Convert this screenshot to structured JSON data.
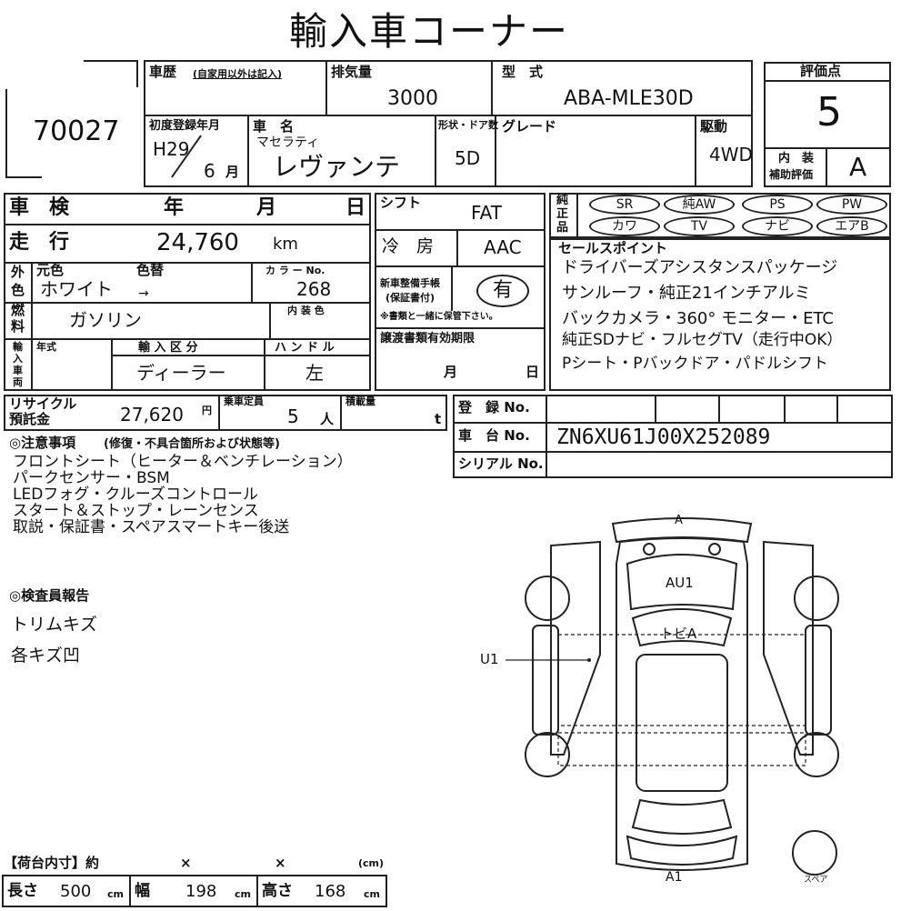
{
  "title": "輸入車コーナー",
  "lot_number": "70027",
  "history": {
    "label": "車歴",
    "note": "(自家用以外は記入)"
  },
  "displacement": {
    "label": "排気量",
    "value": "3000"
  },
  "model_code": {
    "label": "型　式",
    "value": "ABA-MLE30D"
  },
  "rating": {
    "label": "評価点",
    "score": "5",
    "interior_label_1": "内　装",
    "interior_label_2": "補助評価",
    "interior_value": "A"
  },
  "first_reg": {
    "label": "初度登録年月",
    "era": "H29",
    "month": "6",
    "month_unit": "月"
  },
  "car_name": {
    "label": "車　名",
    "maker": "マセラティ",
    "name": "レヴァンテ"
  },
  "body": {
    "label": "形状・ドア数",
    "value": "5D"
  },
  "grade": {
    "label": "グレード",
    "value": ""
  },
  "drive": {
    "label": "駆動",
    "value": "4WD"
  },
  "inspection": {
    "label": "車　検",
    "year": "年",
    "month": "月",
    "day": "日"
  },
  "mileage": {
    "label": "走　行",
    "value": "24,760",
    "unit": "km"
  },
  "shift": {
    "label": "シフト",
    "value": "FAT"
  },
  "aircon": {
    "label": "冷　房",
    "value": "AAC"
  },
  "equipment": {
    "label_1": "純",
    "label_2": "正",
    "label_3": "品",
    "items": [
      "SR",
      "純AW",
      "PS",
      "PW",
      "カワ",
      "TV",
      "ナビ",
      "エアB"
    ]
  },
  "color": {
    "side_1": "外",
    "side_2": "色",
    "orig_label": "元色",
    "change_label": "色替",
    "orig_value": "ホワイト",
    "arrow": "→",
    "code_label": "カ ラ ー No.",
    "code_value": "268"
  },
  "fuel": {
    "side_1": "燃",
    "side_2": "料",
    "value": "ガソリン",
    "interior_color_label": "内 装 色"
  },
  "maintenance": {
    "label_1": "新車整備手帳",
    "label_2": "(保証書付)",
    "value": "有",
    "note": "※書類と一緒に保管下さい。"
  },
  "sales_points": {
    "label": "セールスポイント",
    "lines": [
      "ドライバーズアシスタンスパッケージ",
      "サンルーフ・純正21インチアルミ",
      "バックカメラ・360° モニター・ETC",
      "純正SDナビ・フルセグTV（走行中OK）",
      "Pシート・Pバックドア・パドルシフト"
    ]
  },
  "import": {
    "side_1": "輸",
    "side_2": "入",
    "side_3": "車",
    "side_4": "両",
    "year_label": "年式",
    "class_label": "輸 入 区 分",
    "class_value": "ディーラー",
    "handle_label": "ハ ン ド ル",
    "handle_value": "左"
  },
  "transfer_docs": {
    "label": "譲渡書類有効期限",
    "month": "月",
    "day": "日"
  },
  "recycle": {
    "label_1": "リサイクル",
    "label_2": "預託金",
    "value": "27,620",
    "unit": "円"
  },
  "capacity": {
    "label": "乗車定員",
    "value": "5",
    "unit": "人"
  },
  "load": {
    "label": "積載量",
    "unit": "t"
  },
  "registration": {
    "label": "登　録 No.",
    "chassis_label": "車　台 No.",
    "chassis_value": "ZN6XU61J00X252089",
    "serial_label": "シリアル No."
  },
  "notes": {
    "heading": "◎注意事項",
    "heading_sub": "(修復・不具合箇所および状態等)",
    "lines": [
      "フロントシート（ヒーター＆ベンチレーション）",
      "パークセンサー・BSM",
      "LEDフォグ・クルーズコントロール",
      "スタート＆ストップ・レーンセンス",
      "取説・保証書・スペアスマートキー後送"
    ]
  },
  "inspector": {
    "heading": "◎検査員報告",
    "lines": [
      "トリムキズ",
      "各キズ凹"
    ]
  },
  "diagram": {
    "marks": [
      "A",
      "AU1",
      "トビA",
      "U1",
      "A1"
    ],
    "spare_label": "スペア"
  },
  "cargo": {
    "label": "【荷台内寸】約",
    "x": "×",
    "cm": "(cm)"
  },
  "dimensions": {
    "length_label": "長さ",
    "length": "500",
    "width_label": "幅",
    "width": "198",
    "height_label": "高さ",
    "height": "168",
    "unit": "cm"
  }
}
